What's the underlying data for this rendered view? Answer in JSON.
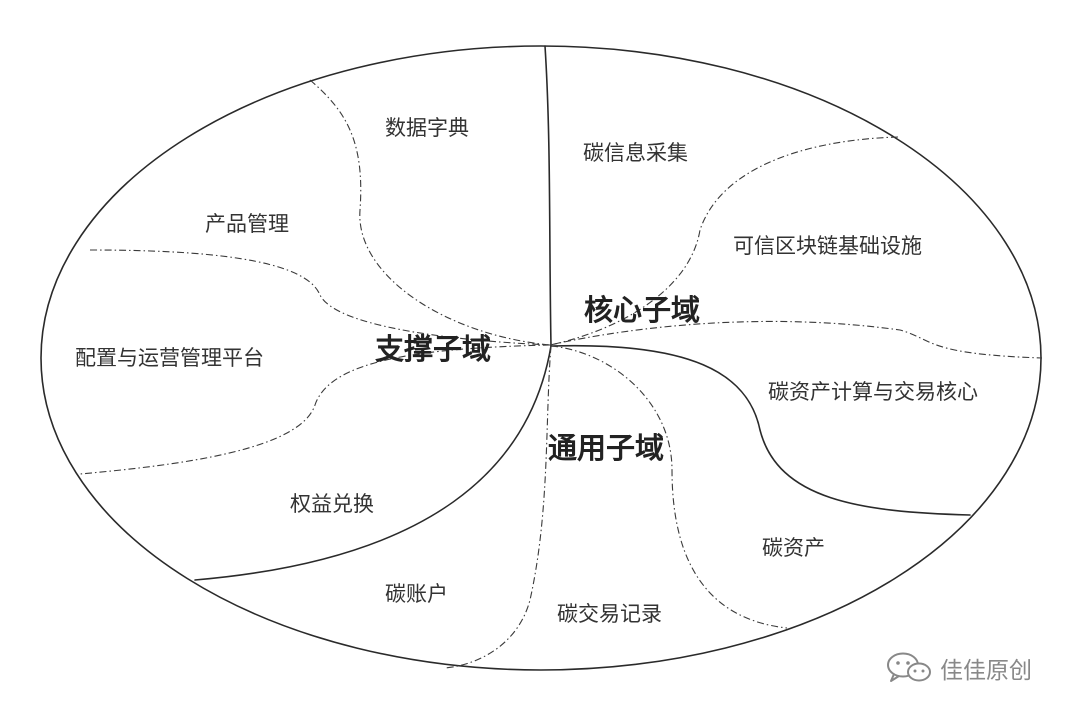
{
  "domains": {
    "support": "支撑子域",
    "core": "核心子域",
    "general": "通用子域"
  },
  "subdomains": {
    "data_dictionary": "数据字典",
    "product_management": "产品管理",
    "config_ops_platform": "配置与运营管理平台",
    "rights_exchange": "权益兑换",
    "carbon_info_collection": "碳信息采集",
    "trusted_blockchain": "可信区块链基础设施",
    "carbon_asset_calc_trading_core": "碳资产计算与交易核心",
    "carbon_asset": "碳资产",
    "carbon_account": "碳账户",
    "carbon_trade_record": "碳交易记录"
  },
  "watermark": {
    "icon": "wechat-icon",
    "text": "佳佳原创"
  },
  "colors": {
    "line": "#2a2a2a",
    "text": "#333333",
    "watermark": "#888888"
  }
}
